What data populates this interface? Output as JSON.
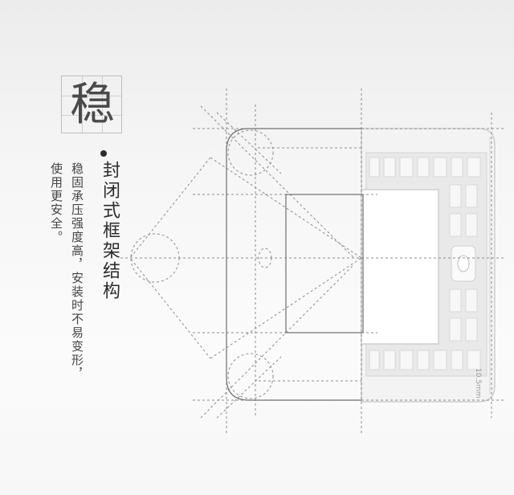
{
  "feature": {
    "title_char": "稳",
    "headline": "封闭式框架结构",
    "description_lines": [
      "稳固承压强度高，安装时不易变形，",
      "使用更安全。"
    ]
  },
  "product": {
    "side_mark": "10.5mm"
  },
  "colors": {
    "sketch_line": "#8c8c8c",
    "frame_fill": "#f2f2f2",
    "frame_edge": "#cfcfcf",
    "frame_rib": "#e4e4e4"
  }
}
